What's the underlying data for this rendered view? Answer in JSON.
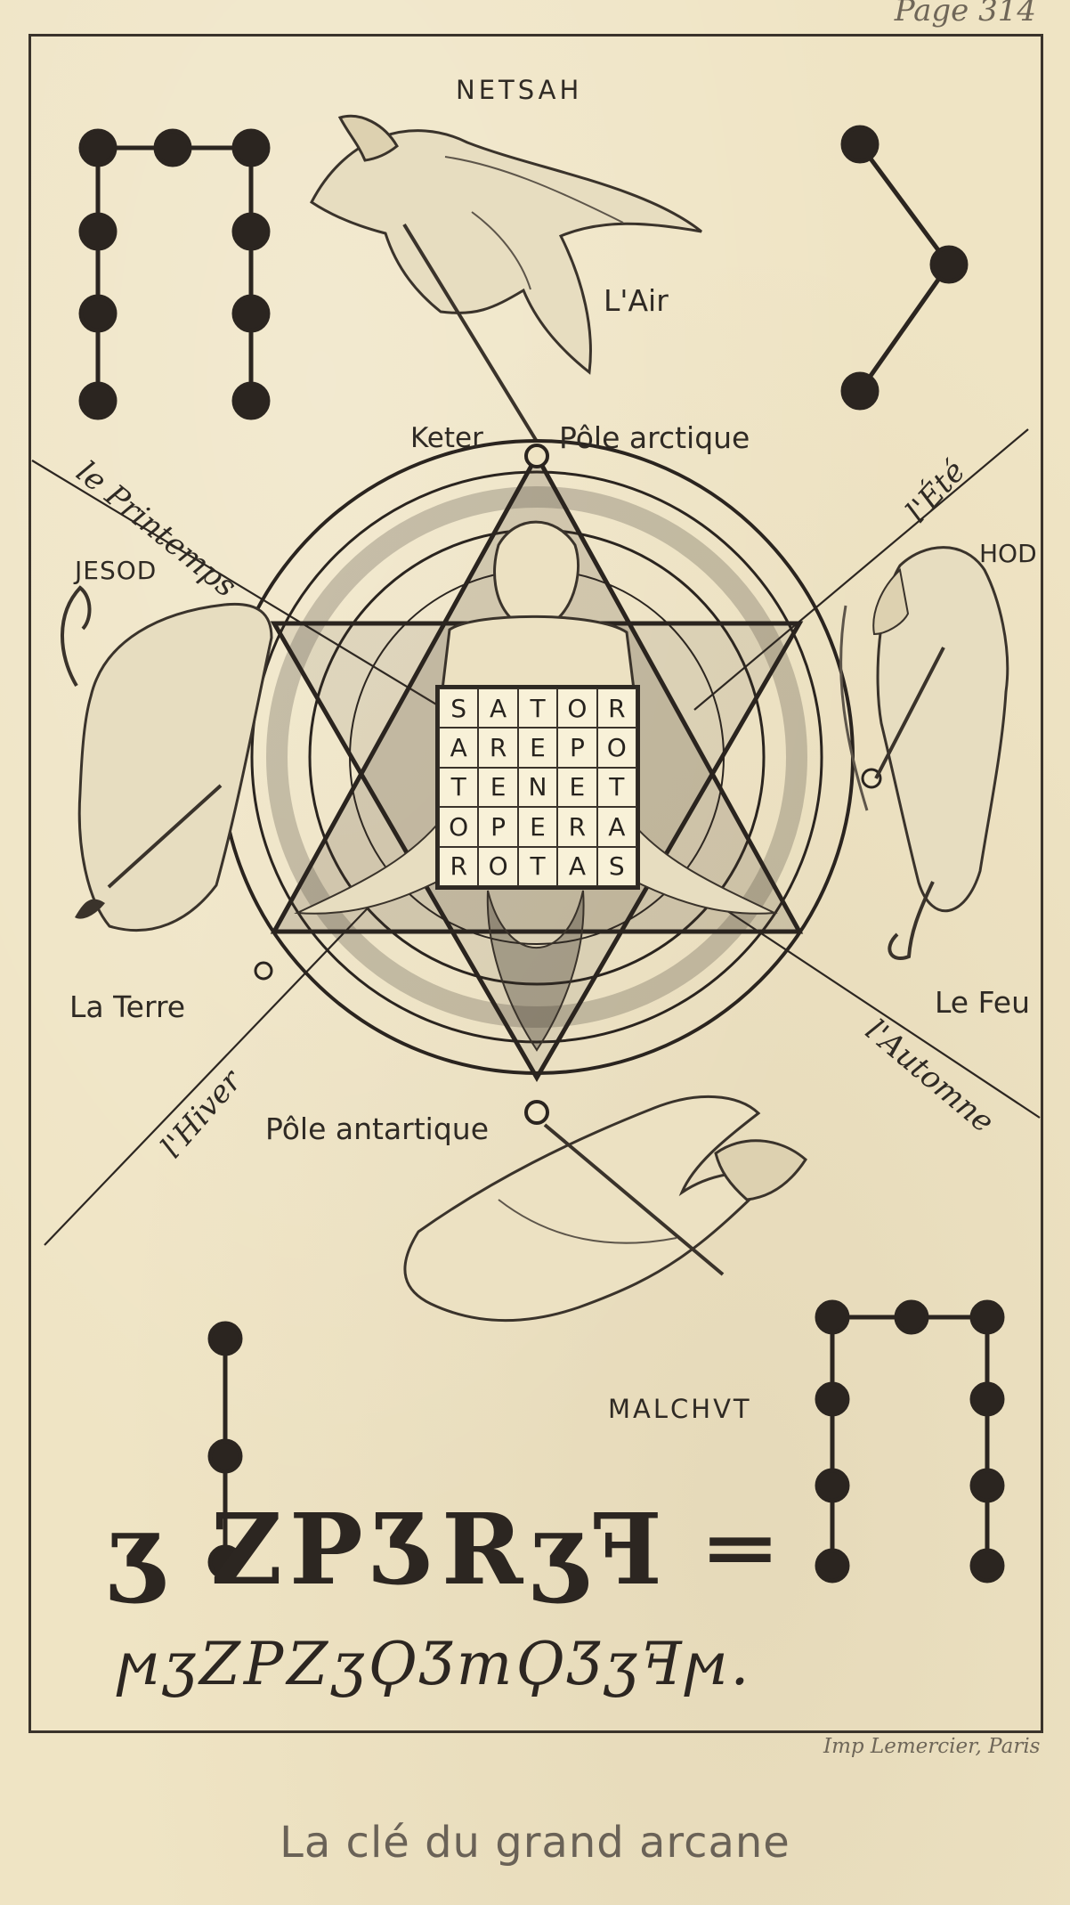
{
  "page": {
    "page_number": "Page 314",
    "caption": "La clé du grand arcane",
    "printer_credit": "Imp Lemercier, Paris"
  },
  "plate": {
    "top_label": "NETSAH",
    "air_label": "L'Air",
    "keter_label": "Keter",
    "north_pole_label": "Pôle arctique",
    "jesod_label": "JESOD",
    "hod_label": "HOD",
    "earth_label": "La Terre",
    "fire_label": "Le Feu",
    "south_pole_label": "Pôle antartique",
    "bottom_label": "MALCHVT",
    "seasons": {
      "spring": "le Printemps",
      "summer": "l'Été",
      "winter": "l'Hiver",
      "autumn": "l'Automne"
    },
    "sator_square": [
      [
        "S",
        "A",
        "T",
        "O",
        "R"
      ],
      [
        "A",
        "R",
        "E",
        "P",
        "O"
      ],
      [
        "T",
        "E",
        "N",
        "E",
        "T"
      ],
      [
        "O",
        "P",
        "E",
        "R",
        "A"
      ],
      [
        "R",
        "O",
        "T",
        "A",
        "S"
      ]
    ],
    "script_line_1": "ʒ ZPƷRʒꟻ ═",
    "script_line_2": "ϻʒZPZʒϘƷmϘƷʒꟻϻ."
  }
}
